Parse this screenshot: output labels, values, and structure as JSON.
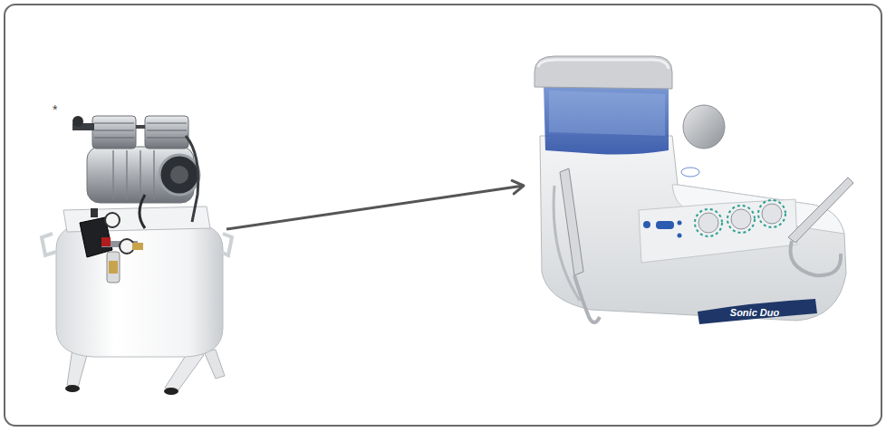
{
  "diagram": {
    "nodes": [
      {
        "text": [
          "*"
        ]
      },
      {
        "text": [
          "Sonic Duo"
        ]
      }
    ],
    "edges": [
      {
        "from": 0,
        "to": 1,
        "arrow": "to"
      }
    ]
  }
}
